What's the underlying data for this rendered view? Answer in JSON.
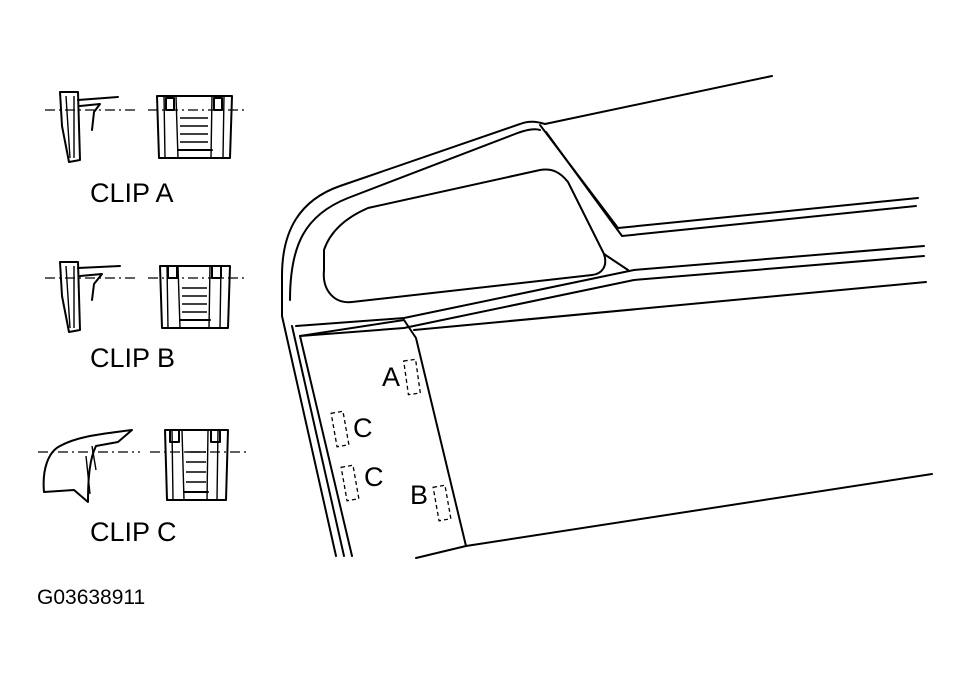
{
  "clips": [
    {
      "label": "CLIP A"
    },
    {
      "label": "CLIP B"
    },
    {
      "label": "CLIP C"
    }
  ],
  "callouts": [
    "A",
    "C",
    "C",
    "B"
  ],
  "figure_code": "G03638911"
}
